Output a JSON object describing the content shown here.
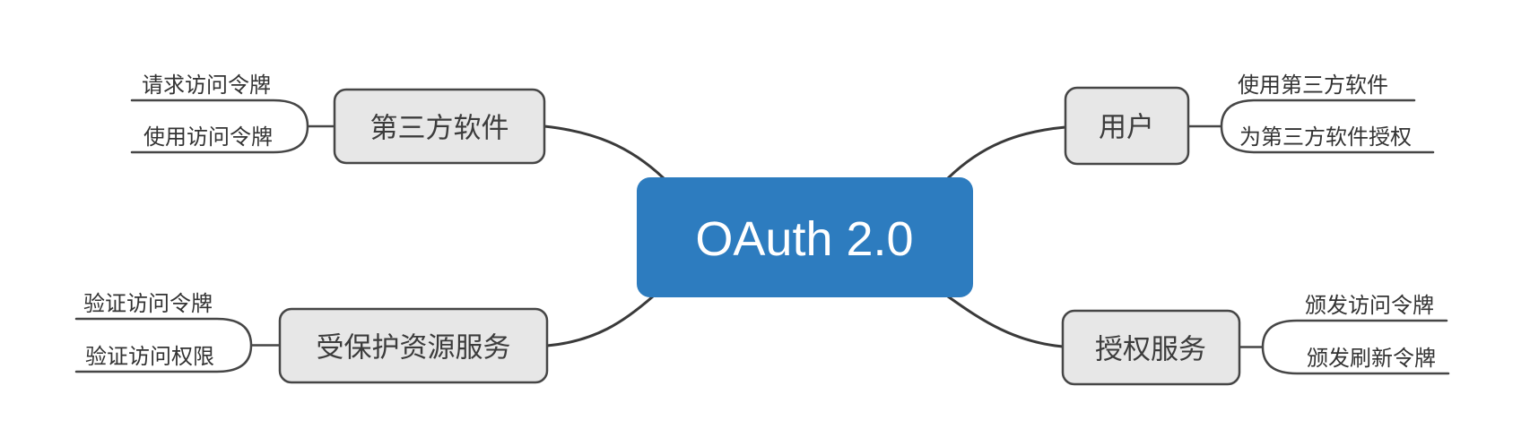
{
  "diagram": {
    "type": "mindmap",
    "root": {
      "label": "OAuth 2.0"
    },
    "branches": [
      {
        "label": "第三方软件",
        "side": "left",
        "position": "top",
        "children": [
          {
            "label": "请求访问令牌"
          },
          {
            "label": "使用访问令牌"
          }
        ]
      },
      {
        "label": "用户",
        "side": "right",
        "position": "top",
        "children": [
          {
            "label": "使用第三方软件"
          },
          {
            "label": "为第三方软件授权"
          }
        ]
      },
      {
        "label": "受保护资源服务",
        "side": "left",
        "position": "bottom",
        "children": [
          {
            "label": "验证访问令牌"
          },
          {
            "label": "验证访问权限"
          }
        ]
      },
      {
        "label": "授权服务",
        "side": "right",
        "position": "bottom",
        "children": [
          {
            "label": "颁发访问令牌"
          },
          {
            "label": "颁发刷新令牌"
          }
        ]
      }
    ],
    "colors": {
      "root_fill": "#2d7cbf",
      "root_text": "#ffffff",
      "branch_fill": "#e7e7e7",
      "branch_border": "#464646",
      "connector": "#3a3a3a",
      "text": "#333333"
    }
  }
}
